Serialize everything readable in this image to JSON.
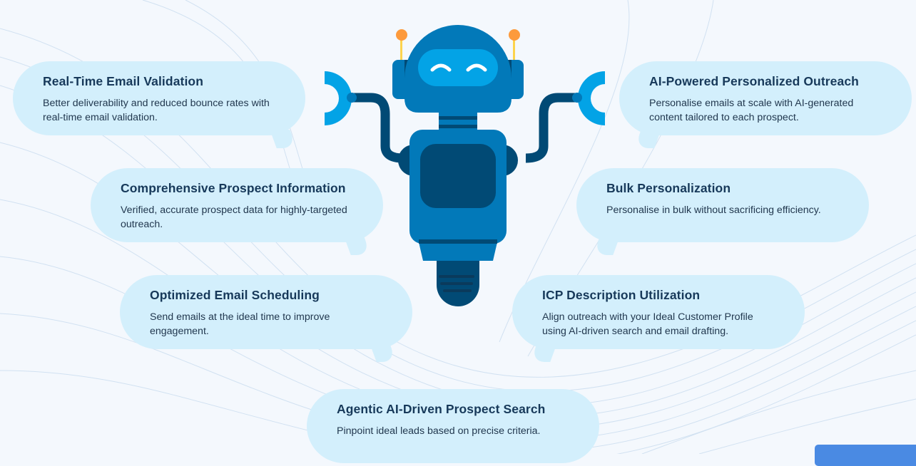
{
  "features": [
    {
      "title": "Real-Time Email Validation",
      "description": "Better deliverability and reduced bounce rates with real-time email validation."
    },
    {
      "title": "AI-Powered Personalized Outreach",
      "description": "Personalise emails at scale with AI-generated content tailored to each prospect."
    },
    {
      "title": "Comprehensive Prospect Information",
      "description": "Verified, accurate prospect data for highly-targeted outreach."
    },
    {
      "title": "Bulk Personalization",
      "description": "Personalise in bulk without sacrificing efficiency."
    },
    {
      "title": "Optimized Email Scheduling",
      "description": "Send emails at the ideal time to improve engagement."
    },
    {
      "title": "ICP Description Utilization",
      "description": "Align outreach with your Ideal Customer Profile using AI-driven search and email drafting."
    },
    {
      "title": "Agentic AI-Driven Prospect Search",
      "description": "Pinpoint ideal leads based on precise criteria."
    }
  ],
  "colors": {
    "bubble": "#d3effc",
    "robot_primary": "#0279b9",
    "robot_dark": "#014a75",
    "robot_light": "#03a3e6",
    "accent_orange": "#fd9a3c",
    "cta": "#4a8ae3"
  }
}
